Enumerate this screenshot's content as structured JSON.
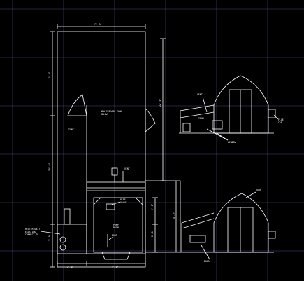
{
  "title": "",
  "colors": {
    "background": "#000000",
    "grid": "#4a4a7a",
    "lines": "#ffffff"
  },
  "dimensions": {
    "top_width": "12'-0\"",
    "left_upper": "7'-0\"",
    "left_mid": "10'-0\"",
    "left_lower": "3'-0\"",
    "right_overall": "22'-0\"",
    "right_lower": "4'-0\"",
    "bottom_left": "2'-0\"",
    "bottom_right": "4'-0\"",
    "inner_right_a": "2'-0\"",
    "inner_right_b": "2'-0\""
  },
  "labels": {
    "upper_room": "NEW STORAGE TANK",
    "upper_room_sub": "BELOW",
    "upper_small": "TANK",
    "lower_room_a": "PUMP",
    "lower_room_b": "ROOM",
    "leader_top": "VENT",
    "leader_mid_a": "PIPE",
    "leader_mid_b": "VALVE",
    "leader_door": "DOOR",
    "leader_equipment_a": "HEATER UNIT",
    "leader_equipment_b": "EXISTING",
    "leader_equipment_c": "CONNECT TO",
    "elev_top_a": "VENT",
    "elev_top_b": "TANK",
    "elev_top_c": "WINDOW",
    "elev_top_right": "FLUE",
    "elev_top_right_b": "CAP",
    "elev_bottom_a": "ROOF",
    "elev_bottom_b": "DOOR"
  }
}
